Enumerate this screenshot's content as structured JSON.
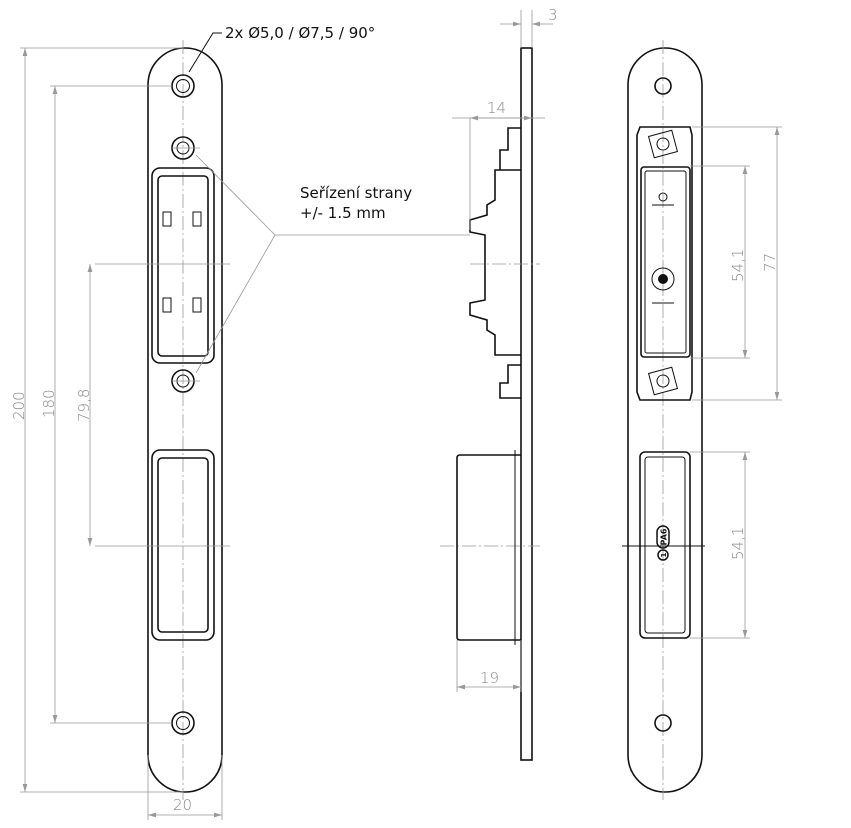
{
  "notes": {
    "hole_spec": "2x Ø5,0 / Ø7,5 / 90°",
    "adjust_line1": "Seřízení strany",
    "adjust_line2": "+/- 1.5 mm"
  },
  "dimensions": {
    "overall_length": "200",
    "hole_spacing": "180",
    "pocket_spacing": "79,8",
    "plate_width": "20",
    "plate_thickness": "3",
    "upper_depth": "14",
    "lower_depth": "19",
    "upper_height": "77",
    "upper_inner": "54,1",
    "lower_inner": "54,1"
  },
  "marks": {
    "material": "PA6",
    "part_no": "1"
  }
}
